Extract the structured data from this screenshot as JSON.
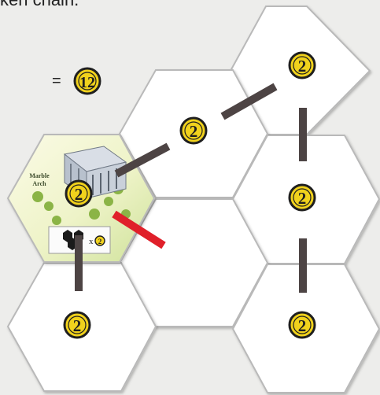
{
  "caption": "ken chain.",
  "score": {
    "equals": "=",
    "total": "12"
  },
  "tile": {
    "name_line1": "Marble",
    "name_line2": "Arch",
    "value": "2",
    "multiplier": "x",
    "multiplier_value": "2"
  },
  "hexes": [
    {
      "id": "top-right",
      "token": "2"
    },
    {
      "id": "center-top",
      "token": "2"
    },
    {
      "id": "right-middle",
      "token": "2"
    },
    {
      "id": "center-lower",
      "token": ""
    },
    {
      "id": "bottom-left",
      "token": "2"
    },
    {
      "id": "bottom-right",
      "token": "2"
    }
  ],
  "colors": {
    "background": "#ededeb",
    "hex_fill": "#ffffff",
    "hex_edge": "#b9b9b9",
    "token_fill": "#f1d21c",
    "token_ring": "#1f1f1f",
    "link": "#4d4444",
    "broken_link": "#e0202a"
  }
}
